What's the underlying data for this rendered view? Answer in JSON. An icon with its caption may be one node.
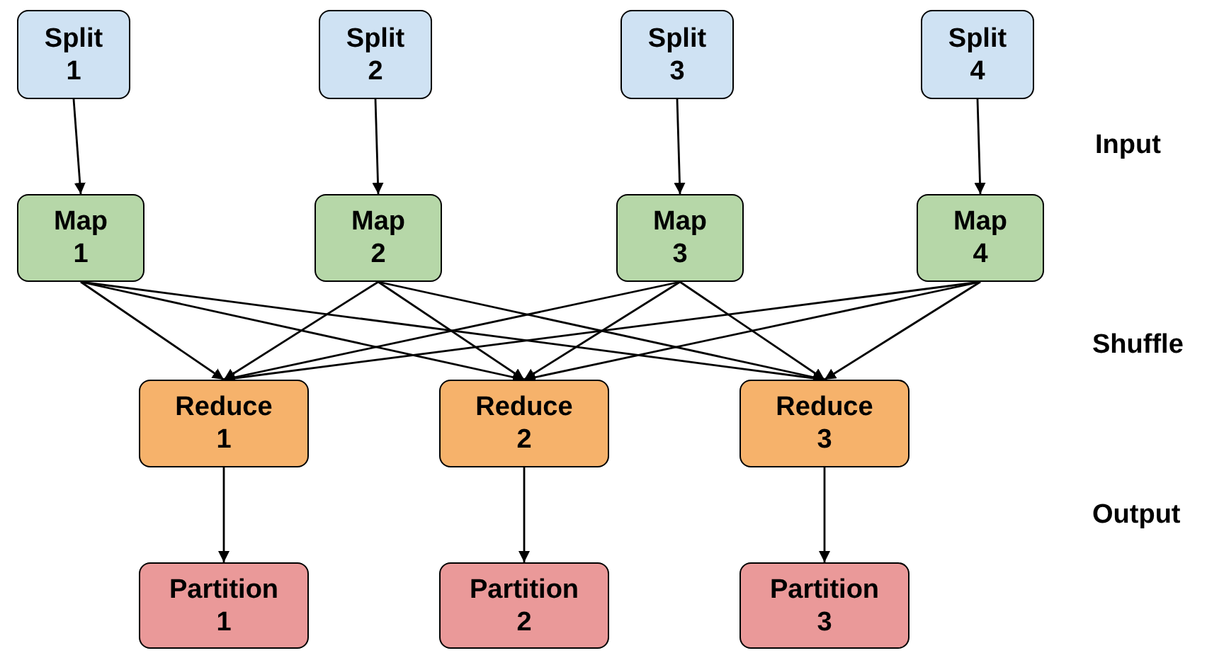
{
  "diagram": {
    "nodes": [
      {
        "text": [
          "Split 1"
        ]
      },
      {
        "text": [
          "Split 2"
        ]
      },
      {
        "text": [
          "Split 3"
        ]
      },
      {
        "text": [
          "Split 4"
        ]
      },
      {
        "text": [
          "Map 1"
        ]
      },
      {
        "text": [
          "Map 2"
        ]
      },
      {
        "text": [
          "Map 3"
        ]
      },
      {
        "text": [
          "Map 4"
        ]
      },
      {
        "text": [
          "Reduce 1"
        ]
      },
      {
        "text": [
          "Reduce 2"
        ]
      },
      {
        "text": [
          "Reduce 3"
        ]
      },
      {
        "text": [
          "Partition 1"
        ]
      },
      {
        "text": [
          "Partition 2"
        ]
      },
      {
        "text": [
          "Partition 3"
        ]
      }
    ],
    "edges": [
      {
        "from": 0,
        "to": 4,
        "arrow": "to"
      },
      {
        "from": 1,
        "to": 5,
        "arrow": "to"
      },
      {
        "from": 2,
        "to": 6,
        "arrow": "to"
      },
      {
        "from": 3,
        "to": 7,
        "arrow": "to"
      },
      {
        "from": 4,
        "to": 8,
        "arrow": "to"
      },
      {
        "from": 4,
        "to": 9,
        "arrow": "to"
      },
      {
        "from": 4,
        "to": 10,
        "arrow": "to"
      },
      {
        "from": 5,
        "to": 8,
        "arrow": "to"
      },
      {
        "from": 5,
        "to": 9,
        "arrow": "to"
      },
      {
        "from": 5,
        "to": 10,
        "arrow": "to"
      },
      {
        "from": 6,
        "to": 8,
        "arrow": "to"
      },
      {
        "from": 6,
        "to": 9,
        "arrow": "to"
      },
      {
        "from": 6,
        "to": 10,
        "arrow": "to"
      },
      {
        "from": 7,
        "to": 8,
        "arrow": "to"
      },
      {
        "from": 7,
        "to": 9,
        "arrow": "to"
      },
      {
        "from": 7,
        "to": 10,
        "arrow": "to"
      },
      {
        "from": 8,
        "to": 11,
        "arrow": "to"
      },
      {
        "from": 9,
        "to": 12,
        "arrow": "to"
      },
      {
        "from": 10,
        "to": 13,
        "arrow": "to"
      }
    ],
    "labels": [
      "Input",
      "Shuffle",
      "Output"
    ]
  }
}
